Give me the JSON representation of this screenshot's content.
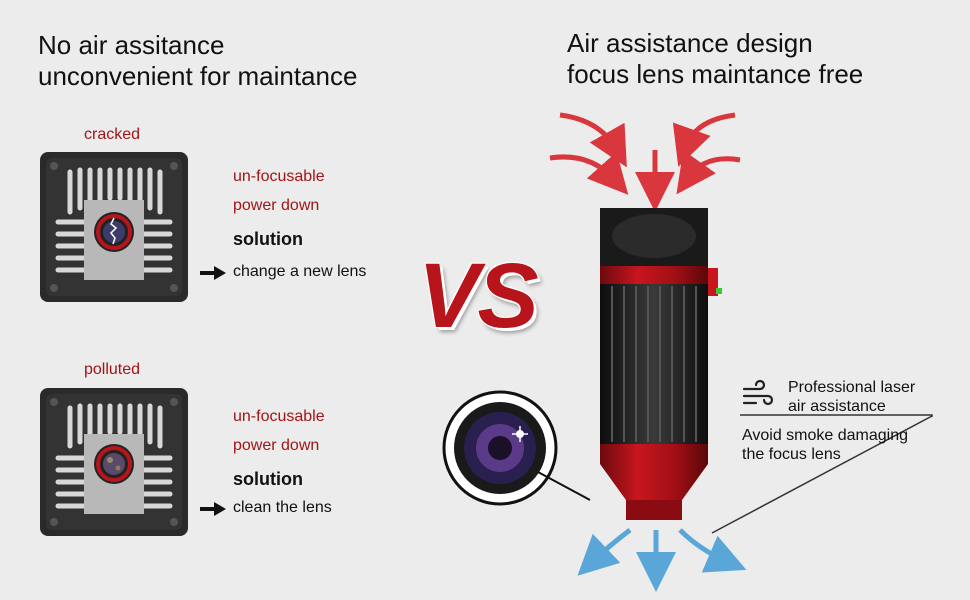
{
  "left": {
    "title_line1": "No air assitance",
    "title_line2": "unconvenient for maintance",
    "cards": [
      {
        "label": "cracked",
        "problems": [
          "un-focusable",
          "power down"
        ],
        "solution_label": "solution",
        "action": "change a new lens"
      },
      {
        "label": "polluted",
        "problems": [
          "un-focusable",
          "power down"
        ],
        "solution_label": "solution",
        "action": "clean the lens"
      }
    ]
  },
  "vs_text": "VS",
  "right": {
    "title_line1": "Air assistance design",
    "title_line2": "focus lens maintance free",
    "feature_line1": "Professional laser",
    "feature_line2": "air assistance",
    "note_line1": "Avoid smoke damaging",
    "note_line2": "the focus lens"
  },
  "icons": {
    "arrow": "arrow-right-icon",
    "wind": "wind-icon"
  },
  "colors": {
    "accent_red": "#a31515",
    "module_red": "#b8141b",
    "airflow_in": "#d9363e",
    "airflow_out": "#5aa6d8"
  }
}
